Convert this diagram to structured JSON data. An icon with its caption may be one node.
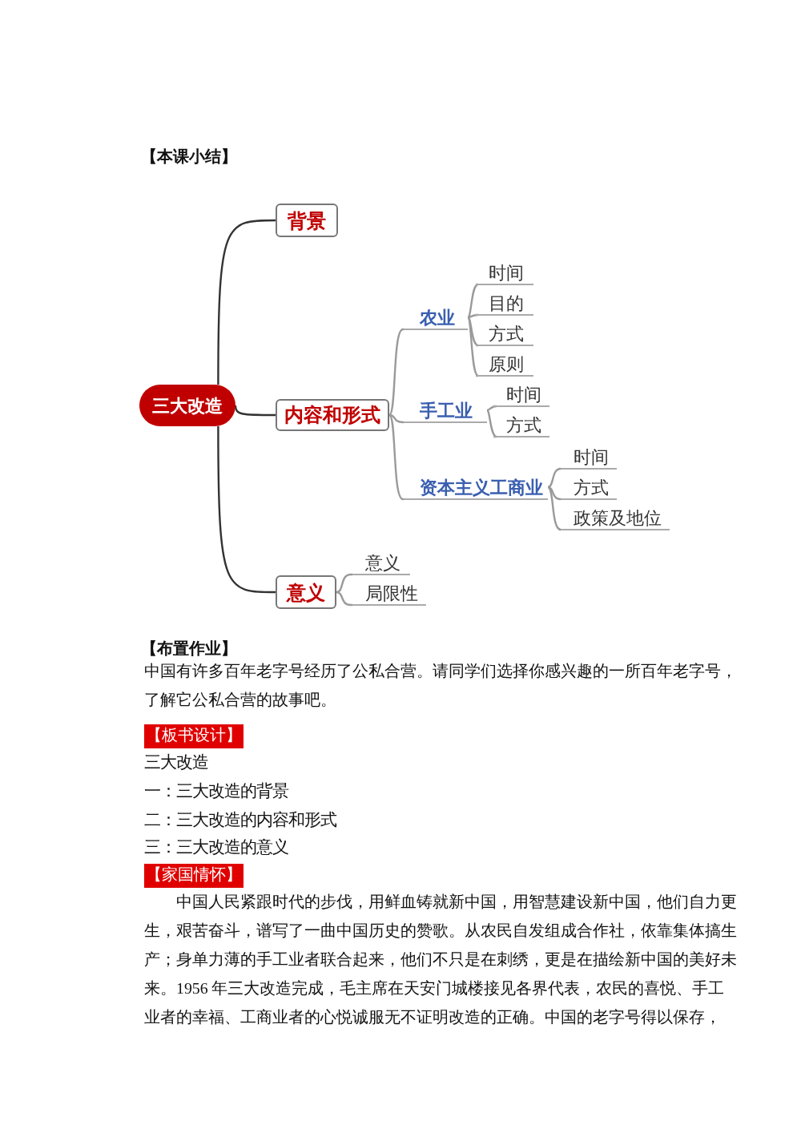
{
  "diagram": {
    "nodes": [
      {
        "text": [
          "三大改造"
        ]
      },
      {
        "text": [
          "背景"
        ]
      },
      {
        "text": [
          "内容和形式"
        ]
      },
      {
        "text": [
          "意义"
        ]
      },
      {
        "text": [
          "农业"
        ]
      },
      {
        "text": [
          "时间"
        ]
      },
      {
        "text": [
          "目的"
        ]
      },
      {
        "text": [
          "方式"
        ]
      },
      {
        "text": [
          "原则"
        ]
      },
      {
        "text": [
          "手工业"
        ]
      },
      {
        "text": [
          "时间"
        ]
      },
      {
        "text": [
          "方式"
        ]
      },
      {
        "text": [
          "资本主义工商业"
        ]
      },
      {
        "text": [
          "时间"
        ]
      },
      {
        "text": [
          "方式"
        ]
      },
      {
        "text": [
          "政策及地位"
        ]
      },
      {
        "text": [
          "意义"
        ]
      },
      {
        "text": [
          "局限性"
        ]
      }
    ],
    "edges": [
      {
        "from": 0,
        "to": 1,
        "arrow": "none",
        "color": "#333333"
      },
      {
        "from": 0,
        "to": 2,
        "arrow": "none",
        "color": "#333333"
      },
      {
        "from": 0,
        "to": 3,
        "arrow": "none",
        "color": "#333333"
      },
      {
        "from": 2,
        "to": 4,
        "arrow": "none"
      },
      {
        "from": 4,
        "to": 5,
        "arrow": "none"
      },
      {
        "from": 4,
        "to": 6,
        "arrow": "none"
      },
      {
        "from": 4,
        "to": 7,
        "arrow": "none"
      },
      {
        "from": 4,
        "to": 8,
        "arrow": "none"
      },
      {
        "from": 2,
        "to": 9,
        "arrow": "none"
      },
      {
        "from": 9,
        "to": 10,
        "arrow": "none"
      },
      {
        "from": 9,
        "to": 11,
        "arrow": "none"
      },
      {
        "from": 2,
        "to": 12,
        "arrow": "none"
      },
      {
        "from": 12,
        "to": 13,
        "arrow": "none"
      },
      {
        "from": 12,
        "to": 14,
        "arrow": "none"
      },
      {
        "from": 12,
        "to": 15,
        "arrow": "none"
      },
      {
        "from": 3,
        "to": 16,
        "arrow": "none"
      },
      {
        "from": 3,
        "to": 17,
        "arrow": "none"
      }
    ],
    "labels": [
      "【本课小结】",
      "【布置作业】",
      "中国有许多百年老字号经历了公私合营。请同学们选择你感兴趣的一所百年老字号，了解它公私合营的故事吧。",
      "【板书设计】",
      "三大改造",
      "一：三大改造的背景",
      "二：三大改造的内容和形式",
      "三：三大改造的意义",
      "【家国情怀】",
      "中国人民紧跟时代的步伐，用鲜血铸就新中国，用智慧建设新中国，他们自力更生，艰苦奋斗，谱写了一曲中国历史的赞歌。从农民自发组成合作社，依靠集体搞生产；身单力薄的手工业者联合起来，他们不只是在刺绣，更是在描绘新中国的美好未来。1956 年三大改造完成，毛主席在天安门城楼接见各界代表，农民的喜悦、手工业者的幸福、工商业者的心悦诚服无不证明改造的正确。中国的老字号得以保存，"
    ]
  }
}
